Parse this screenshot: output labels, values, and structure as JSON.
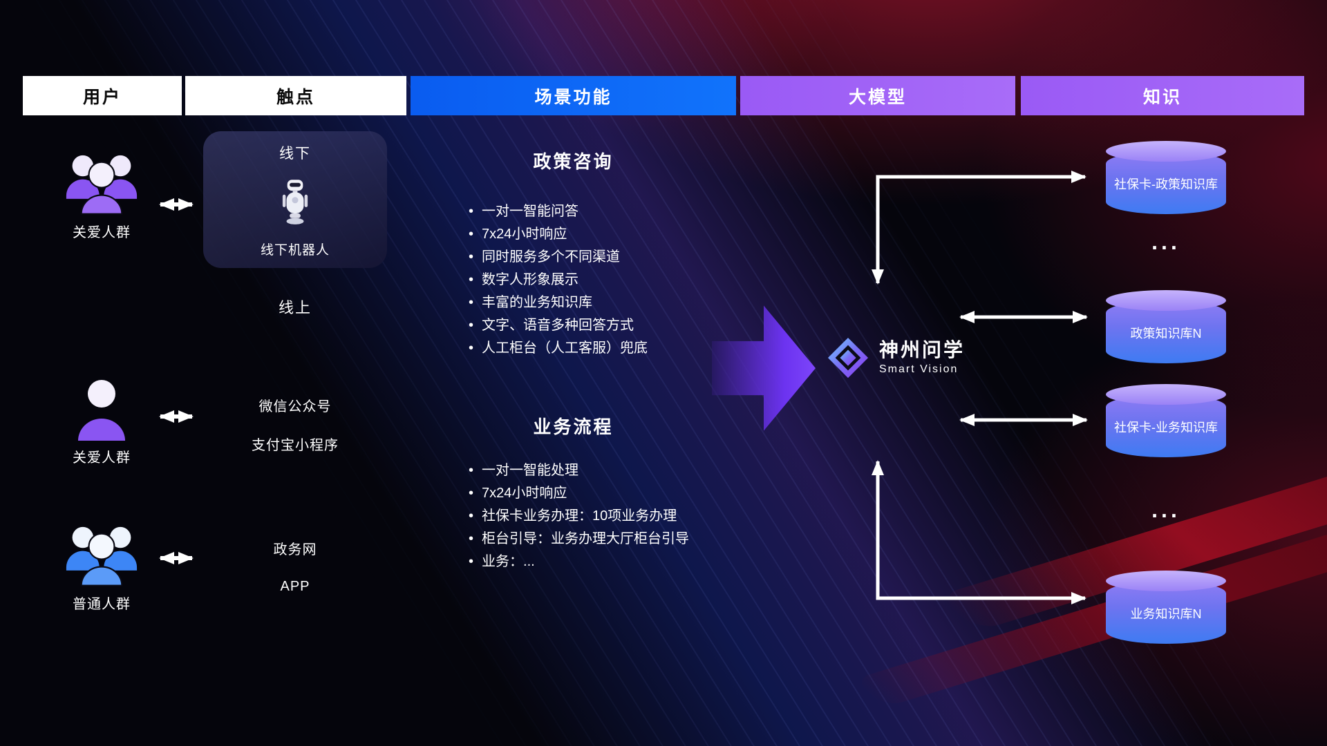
{
  "header": {
    "columns": [
      {
        "label": "用户"
      },
      {
        "label": "触点"
      },
      {
        "label": "场景功能"
      },
      {
        "label": "大模型"
      },
      {
        "label": "知识"
      }
    ]
  },
  "users": [
    {
      "label": "关爱人群"
    },
    {
      "label": "关爱人群"
    },
    {
      "label": "普通人群"
    }
  ],
  "touchpoints": {
    "offline_title": "线下",
    "offline_robot_label": "线下机器人",
    "online_label": "线上",
    "channels": [
      "微信公众号",
      "支付宝小程序",
      "政务网",
      "APP"
    ]
  },
  "scene": {
    "policy": {
      "title": "政策咨询",
      "items": [
        "一对一智能问答",
        "7x24小时响应",
        "同时服务多个不同渠道",
        "数字人形象展示",
        "丰富的业务知识库",
        "文字、语音多种回答方式",
        "人工柜台（人工客服）兜底"
      ]
    },
    "business": {
      "title": "业务流程",
      "items": [
        "一对一智能处理",
        "7x24小时响应",
        "社保卡业务办理：10项业务办理",
        "柜台引导：业务办理大厅柜台引导",
        "业务：..."
      ]
    }
  },
  "logo": {
    "name": "神州问学",
    "subtitle": "Smart Vision"
  },
  "knowledge": {
    "cylinders": [
      "社保卡-政策知识库",
      "政策知识库N",
      "社保卡-业务知识库",
      "业务知识库N"
    ],
    "ellipsis": "..."
  },
  "colors": {
    "scene_header_blue": "#0b6bfb",
    "model_header_purple": "#a163f7",
    "flow_arrow_purple": "#7d45fa",
    "db_top": "#c6b3fc",
    "db_bottom": "#3e7bf2",
    "connector_white": "#ffffff"
  }
}
